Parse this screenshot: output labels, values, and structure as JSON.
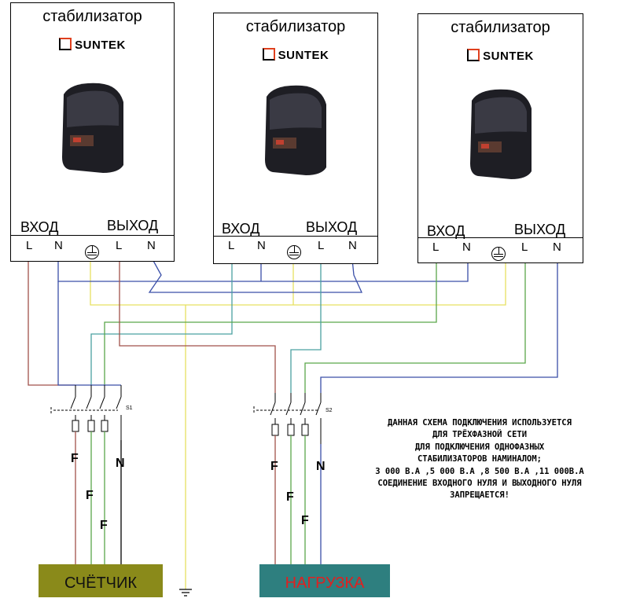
{
  "stabilizers": [
    {
      "title": "стабилизатор",
      "brand": "SUNTEK",
      "in_label": "ВХОД",
      "out_label": "ВЫХОД",
      "terminals": [
        "L",
        "N",
        "L",
        "N"
      ]
    },
    {
      "title": "стабилизатор",
      "brand": "SUNTEK",
      "in_label": "ВХОД",
      "out_label": "ВЫХОД",
      "terminals": [
        "L",
        "N",
        "L",
        "N"
      ]
    },
    {
      "title": "стабилизатор",
      "brand": "SUNTEK",
      "in_label": "ВХОД",
      "out_label": "ВЫХОД",
      "terminals": [
        "L",
        "N",
        "L",
        "N"
      ]
    }
  ],
  "switches": {
    "s1": "S1",
    "s2": "S2"
  },
  "wire_labels": {
    "f": "F",
    "n": "N"
  },
  "note": [
    "ДАННАЯ СХЕМА ПОДКЛЮЧЕНИЯ ИСПОЛЬЗУЕТСЯ",
    "ДЛЯ ТРЁХФАЗНОЙ СЕТИ",
    "ДЛЯ ПОДКЛЮЧЕНИЯ ОДНОФАЗНЫХ",
    "СТАБИЛИЗАТОРОВ НАМИНАЛОМ;",
    "3 000 В.А ,5 000 В.А ,8 500 В.А ,11 000В.А",
    "СОЕДИНЕНИЕ ВХОДНОГО НУЛЯ И ВЫХОДНОГО НУЛЯ",
    "ЗАПРЕЩАЕТСЯ!"
  ],
  "meter": {
    "label": "СЧЁТЧИК"
  },
  "load": {
    "label": "НАГРУЗКА"
  },
  "colors": {
    "phase_a": "#a0524a",
    "phase_b": "#4aa0a0",
    "phase_c": "#5aa64a",
    "neutral": "#3a4fa8",
    "ground": "#e6e060",
    "meter_bg": "#8a8a1a",
    "load_bg": "#2e7f7f"
  }
}
